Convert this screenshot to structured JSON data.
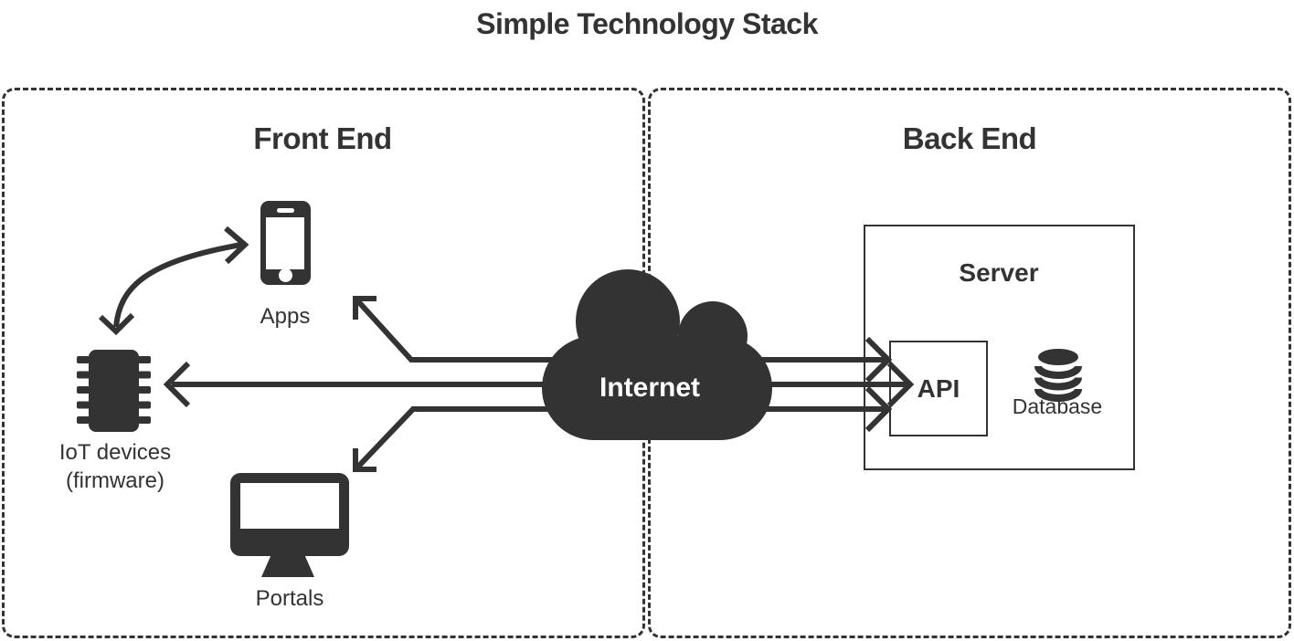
{
  "title": "Simple Technology Stack",
  "colors": {
    "ink": "#333333",
    "background": "#ffffff",
    "text_on_dark": "#ffffff"
  },
  "zones": {
    "front": {
      "label": "Front End"
    },
    "back": {
      "label": "Back End"
    }
  },
  "front_end": {
    "apps": {
      "label": "Apps",
      "icon": "smartphone-icon"
    },
    "iot": {
      "label": "IoT devices",
      "sublabel": "(firmware)",
      "icon": "chip-icon"
    },
    "portals": {
      "label": "Portals",
      "icon": "monitor-icon"
    }
  },
  "network": {
    "internet": {
      "label": "Internet",
      "icon": "cloud-icon"
    }
  },
  "back_end": {
    "server": {
      "label": "Server"
    },
    "api": {
      "label": "API"
    },
    "database": {
      "label": "Database",
      "icon": "database-cylinder-icon"
    }
  },
  "connections": [
    {
      "from": "internet",
      "to": "apps",
      "bidirectional": false
    },
    {
      "from": "internet",
      "to": "iot_devices",
      "bidirectional": false
    },
    {
      "from": "internet",
      "to": "portals",
      "bidirectional": false
    },
    {
      "from": "internet",
      "to": "api",
      "bidirectional": false
    },
    {
      "from": "internet",
      "to": "api",
      "bidirectional": false
    },
    {
      "from": "internet",
      "to": "api",
      "bidirectional": false
    },
    {
      "from": "iot_devices",
      "to": "apps",
      "bidirectional": true
    }
  ]
}
